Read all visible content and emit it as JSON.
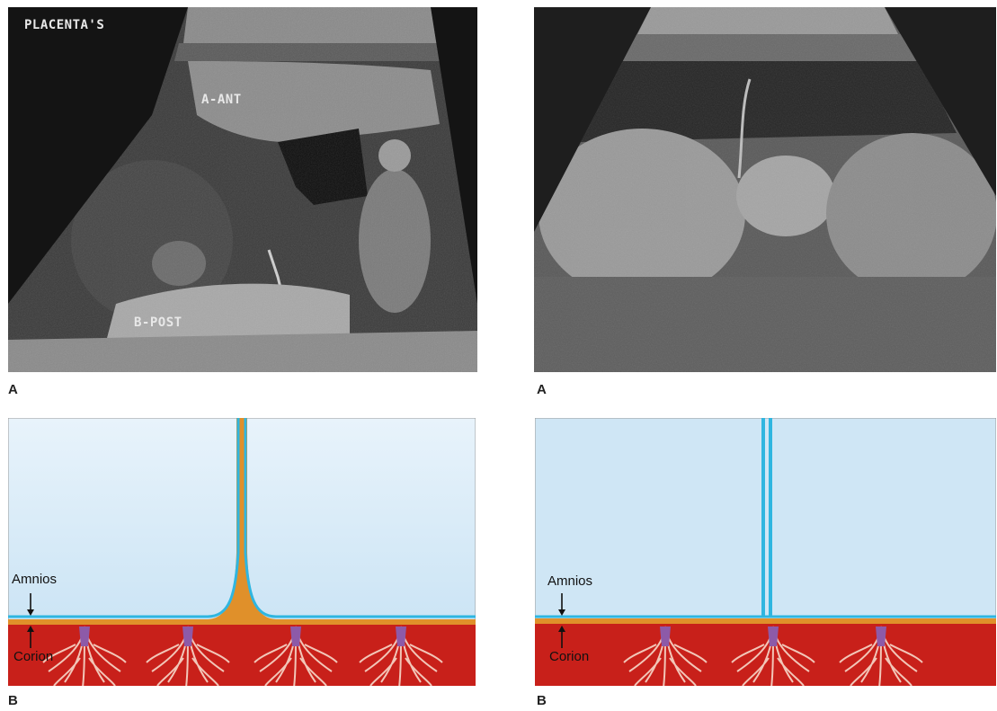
{
  "panels": {
    "top_left": {
      "panel_letter": "A",
      "overlay_texts": [
        "PLACENTA'S",
        "A-ANT",
        "B-POST"
      ]
    },
    "top_right": {
      "panel_letter": "A",
      "overlay_texts": []
    },
    "bottom_left": {
      "panel_letter": "B",
      "labels": {
        "amnios": "Amnios",
        "corion": "Corion"
      }
    },
    "bottom_right": {
      "panel_letter": "B",
      "labels": {
        "amnios": "Amnios",
        "corion": "Corion"
      }
    }
  },
  "colors": {
    "fluid": "#cfe6f5",
    "amnion": "#2fb6e0",
    "chorion": "#e0902a",
    "decidua": "#c8201a",
    "villi": "#f1c4b8"
  }
}
